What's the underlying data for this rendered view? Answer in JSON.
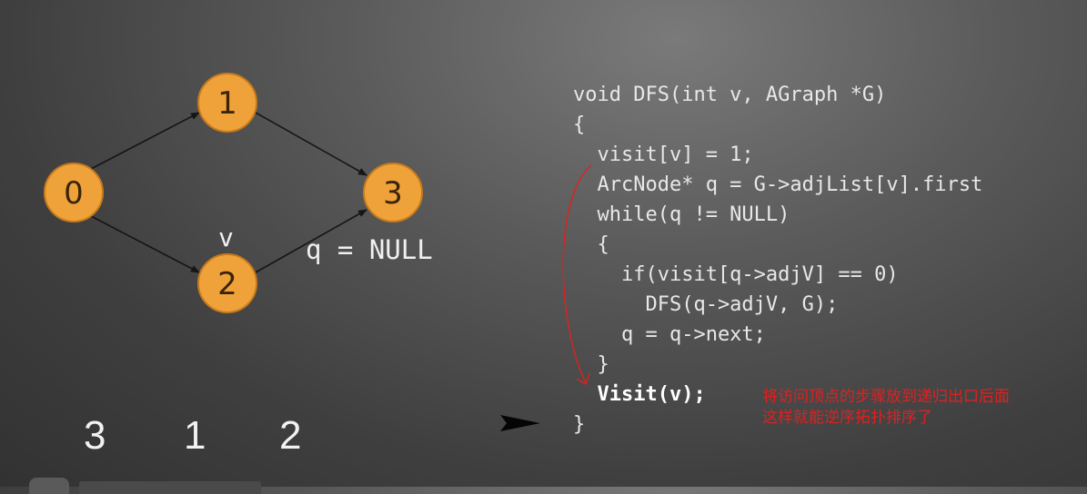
{
  "graph": {
    "nodes": [
      {
        "id": "0",
        "label": "0"
      },
      {
        "id": "1",
        "label": "1"
      },
      {
        "id": "2",
        "label": "2"
      },
      {
        "id": "3",
        "label": "3"
      }
    ],
    "edges": [
      {
        "from": "0",
        "to": "1"
      },
      {
        "from": "0",
        "to": "2"
      },
      {
        "from": "1",
        "to": "3"
      },
      {
        "from": "2",
        "to": "3"
      }
    ],
    "current_vertex_label": "v",
    "pointer_state": "q = NULL",
    "node_color": "#f0a23a",
    "node_border_color": "#c77a1c"
  },
  "output_order": [
    "3",
    "1",
    "2"
  ],
  "code": {
    "lines": [
      "void DFS(int v, AGraph *G)",
      "{",
      "  visit[v] = 1;",
      "  ArcNode* q = G->adjList[v].first",
      "  while(q != NULL)",
      "  {",
      "    if(visit[q->adjV] == 0)",
      "      DFS(q->adjV, G);",
      "    q = q->next;",
      "  }",
      "  Visit(v);",
      "}"
    ],
    "bold_line_index": 10
  },
  "annotation": {
    "line1": "将访问顶点的步骤放到递归出口后面",
    "line2": "这样就能逆序拓扑排序了",
    "color": "#e02020"
  }
}
